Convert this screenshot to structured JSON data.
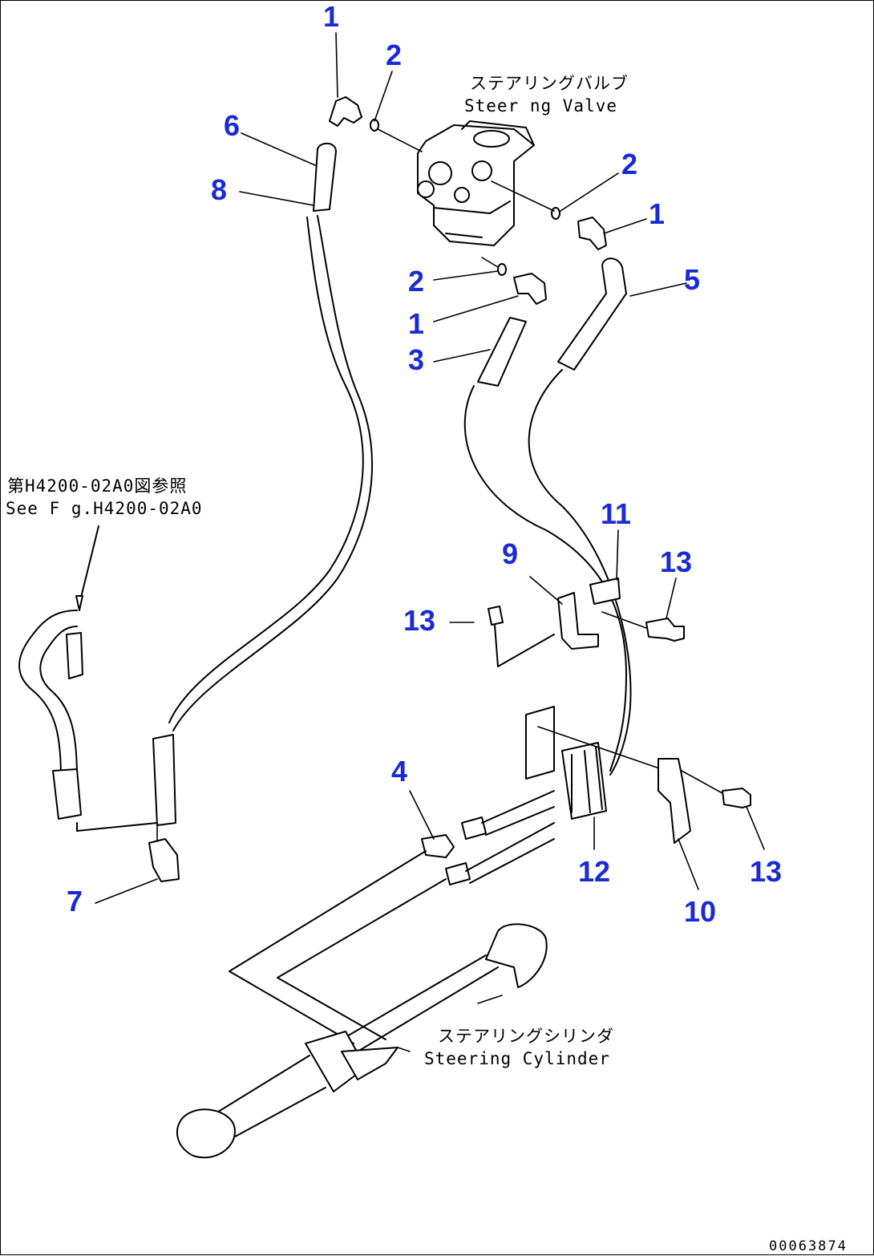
{
  "callouts": [
    {
      "id": "c1a",
      "text": "1"
    },
    {
      "id": "c2a",
      "text": "2"
    },
    {
      "id": "c6",
      "text": "6"
    },
    {
      "id": "c8",
      "text": "8"
    },
    {
      "id": "c2b",
      "text": "2"
    },
    {
      "id": "c1b",
      "text": "1"
    },
    {
      "id": "c5",
      "text": "5"
    },
    {
      "id": "c2c",
      "text": "2"
    },
    {
      "id": "c1c",
      "text": "1"
    },
    {
      "id": "c3",
      "text": "3"
    },
    {
      "id": "c11",
      "text": "11"
    },
    {
      "id": "c9",
      "text": "9"
    },
    {
      "id": "c13a",
      "text": "13"
    },
    {
      "id": "c13b",
      "text": "13"
    },
    {
      "id": "c4",
      "text": "4"
    },
    {
      "id": "c12",
      "text": "12"
    },
    {
      "id": "c13c",
      "text": "13"
    },
    {
      "id": "c10",
      "text": "10"
    },
    {
      "id": "c7",
      "text": "7"
    }
  ],
  "labels": {
    "valve_jp": "ステアリングバルブ",
    "valve_en": "Steer ng Valve",
    "ref_jp": "第H4200-02A0図参照",
    "ref_en": "See F g.H4200-02A0",
    "cylinder_jp": "ステアリングシリンダ",
    "cylinder_en": "Steering Cylinder",
    "drawing_code": "00063874"
  },
  "colors": {
    "callout": "#1a2bd6",
    "line": "#000000",
    "background": "#ffffff"
  }
}
